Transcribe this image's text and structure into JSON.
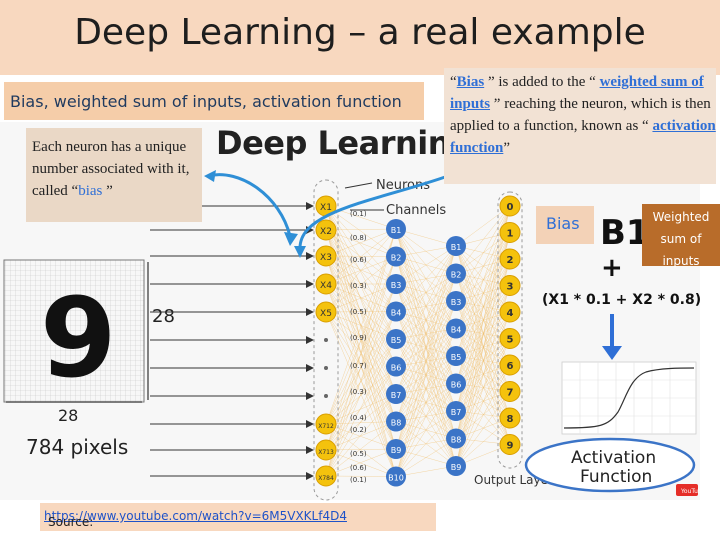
{
  "title": "Deep Learning – a real example",
  "left_header": "Bias, weighted sum of inputs, activation function",
  "neuron_note": {
    "text": "Each neuron has a unique number associated with it, called “",
    "bias_word": "bias",
    "end": " ”"
  },
  "right_note": {
    "q1": "“",
    "bias_word": "Bias",
    "p1": " ” is added to the “ ",
    "weighted_word": "weighted sum of inputs",
    "p2": " ” reaching the neuron, which is then applied to a function, known as “ ",
    "activation_word": "activation function",
    "p3": "”"
  },
  "figure": {
    "brand": "Deep Learning",
    "neurons_label": "Neurons",
    "channels_label": "Channels",
    "digit": "9",
    "dim_right": "28",
    "dim_bottom": "28",
    "pixels_label": "784 pixels",
    "inputs": [
      "X1",
      "X2",
      "X3",
      "X4",
      "X5",
      "X712",
      "X713",
      "X784"
    ],
    "weights": [
      "(0.1)",
      "(0.8)",
      "(0.6)",
      "(0.3)",
      "(0.5)",
      "(0.9)",
      "(0.7)",
      "(0.3)",
      "(0.4)",
      "(0.2)",
      "(0.5)",
      "(0.1)",
      "(0.6)"
    ],
    "hidden1": [
      "B1",
      "B2",
      "B3",
      "B4",
      "B5",
      "B6",
      "B7",
      "B8",
      "B9",
      "B10"
    ],
    "hidden2": [
      "B1",
      "B2",
      "B3",
      "B4",
      "B5",
      "B6",
      "B7",
      "B8",
      "B9"
    ],
    "outputs": [
      "0",
      "1",
      "2",
      "3",
      "4",
      "5",
      "6",
      "7",
      "8",
      "9"
    ],
    "output_layer_label": "Output Layer",
    "b1_label": "B1",
    "plus": "+",
    "formula": "(X1 * 0.1 + X2 * 0.8)",
    "activation_label_1": "Activation",
    "activation_label_2": "Function",
    "yt": "YouTube"
  },
  "bias_label": "Bias",
  "weighted_label": [
    "Weighted",
    "sum of",
    "inputs"
  ],
  "source": {
    "prefix": "Source: ",
    "url": "https://www.youtube.com/watch?v=6M5VXKLf4D4"
  },
  "colors": {
    "title_band": "#f8d8bf",
    "accent_blue": "#2f6fd6",
    "neuron_yellow": "#f4c20d",
    "neuron_blue": "#3b74c7",
    "weighted_box": "#b86c2a"
  }
}
